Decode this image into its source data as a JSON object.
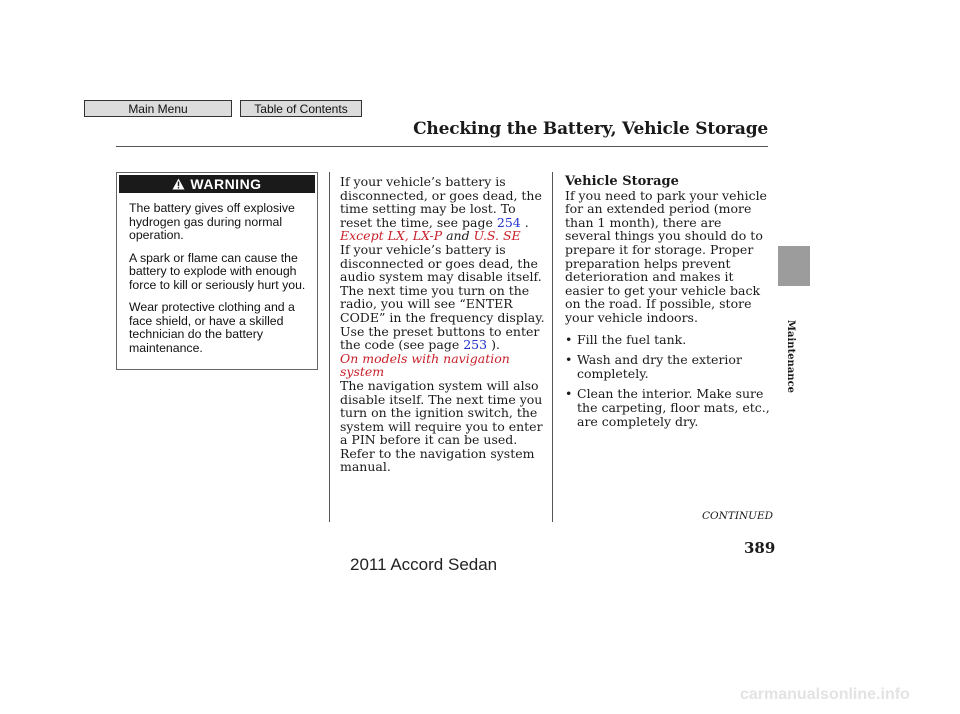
{
  "nav": {
    "main_menu": "Main Menu",
    "table_of_contents": "Table of Contents"
  },
  "page": {
    "title": "Checking the Battery, Vehicle Storage",
    "number": "389",
    "continued": "CONTINUED",
    "side_label": "Maintenance",
    "footer_model": "2011 Accord Sedan",
    "watermark": "carmanualsonline.info"
  },
  "warning": {
    "label": "WARNING",
    "paragraphs": [
      "The battery gives off explosive hydrogen gas during normal operation.",
      "A spark or flame can cause the battery to explode with enough force to kill or seriously hurt you.",
      "Wear protective clothing and a face shield, or have a skilled technician do the battery maintenance."
    ]
  },
  "middle": {
    "p1_text": "If your vehicle’s battery is disconnected, or goes dead, the time setting may be lost. To reset the time, see page",
    "p1_link": "254",
    "p1_end": " .",
    "qualifier1_a": "Except LX, LX-P",
    "qualifier1_and": " and ",
    "qualifier1_b": "U.S. SE",
    "p2_text": "If your vehicle’s battery is disconnected or goes dead, the audio system may disable itself. The next time you turn on the radio, you will see “ENTER CODE” in the frequency display. Use the preset buttons to enter the code (see page ",
    "p2_link": "253",
    "p2_end": " ).",
    "qualifier2": "On models with navigation system",
    "p3_text": "The navigation system will also disable itself. The next time you turn on the ignition switch, the system will require you to enter a PIN before it can be used. Refer to the navigation system manual."
  },
  "right": {
    "heading": "Vehicle Storage",
    "intro": "If you need to park your vehicle for an extended period (more than 1 month), there are several things you should do to prepare it for storage. Proper preparation helps prevent deterioration and makes it easier to get your vehicle back on the road. If possible, store your vehicle indoors.",
    "bullets": [
      "Fill the fuel tank.",
      "Wash and dry the exterior completely.",
      "Clean the interior. Make sure the carpeting, floor mats, etc., are completely dry."
    ],
    "bullet_symbol": "•"
  }
}
